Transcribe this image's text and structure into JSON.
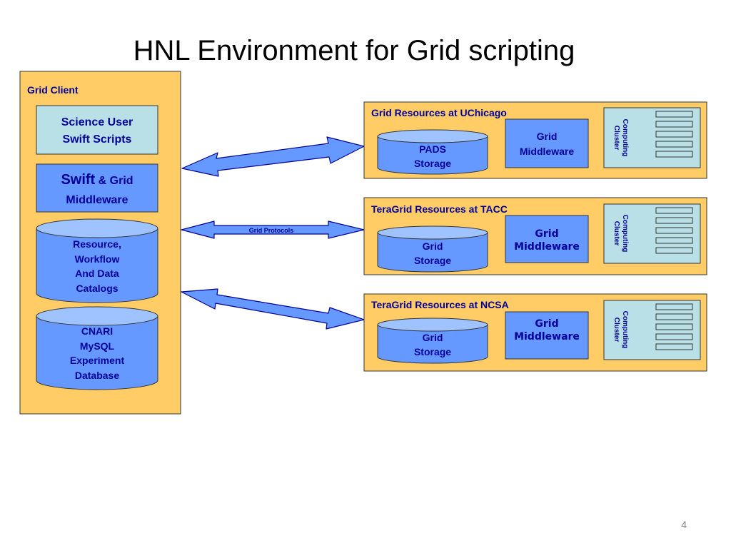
{
  "title": "HNL Environment for Grid scripting",
  "page_number": "4",
  "colors": {
    "panel_fill": "#ffcc66",
    "box_blue": "#6699ff",
    "box_light": "#b8e0e6",
    "text_blue": "#00009a"
  },
  "client": {
    "label": "Grid Client",
    "science_box": {
      "line1": "Science User",
      "line2": "Swift Scripts"
    },
    "swift_box": {
      "line1_big": "Swift",
      "line1_rest": " & Grid",
      "line2": "Middleware"
    },
    "catalog_db": {
      "lines": [
        "Resource,",
        "Workflow",
        "And Data",
        "Catalogs"
      ]
    },
    "cnari_db": {
      "lines": [
        "CNARI",
        "MySQL",
        "Experiment",
        "Database"
      ]
    }
  },
  "resources": [
    {
      "label": "Grid Resources at UChicago",
      "storage": [
        "PADS",
        "Storage"
      ],
      "middleware": [
        "Grid",
        "Middleware"
      ],
      "cluster": [
        "Computing",
        "Cluster"
      ]
    },
    {
      "label": "TeraGrid Resources at TACC",
      "storage": [
        "Grid",
        "Storage"
      ],
      "middleware": [
        "Grid",
        "Middleware"
      ],
      "cluster": [
        "Computing",
        "Cluster"
      ]
    },
    {
      "label": "TeraGrid Resources at NCSA",
      "storage": [
        "Grid",
        "Storage"
      ],
      "middleware": [
        "Grid",
        "Middleware"
      ],
      "cluster": [
        "Computing",
        "Cluster"
      ]
    }
  ],
  "arrows": {
    "middle_label": "Grid Protocols"
  }
}
